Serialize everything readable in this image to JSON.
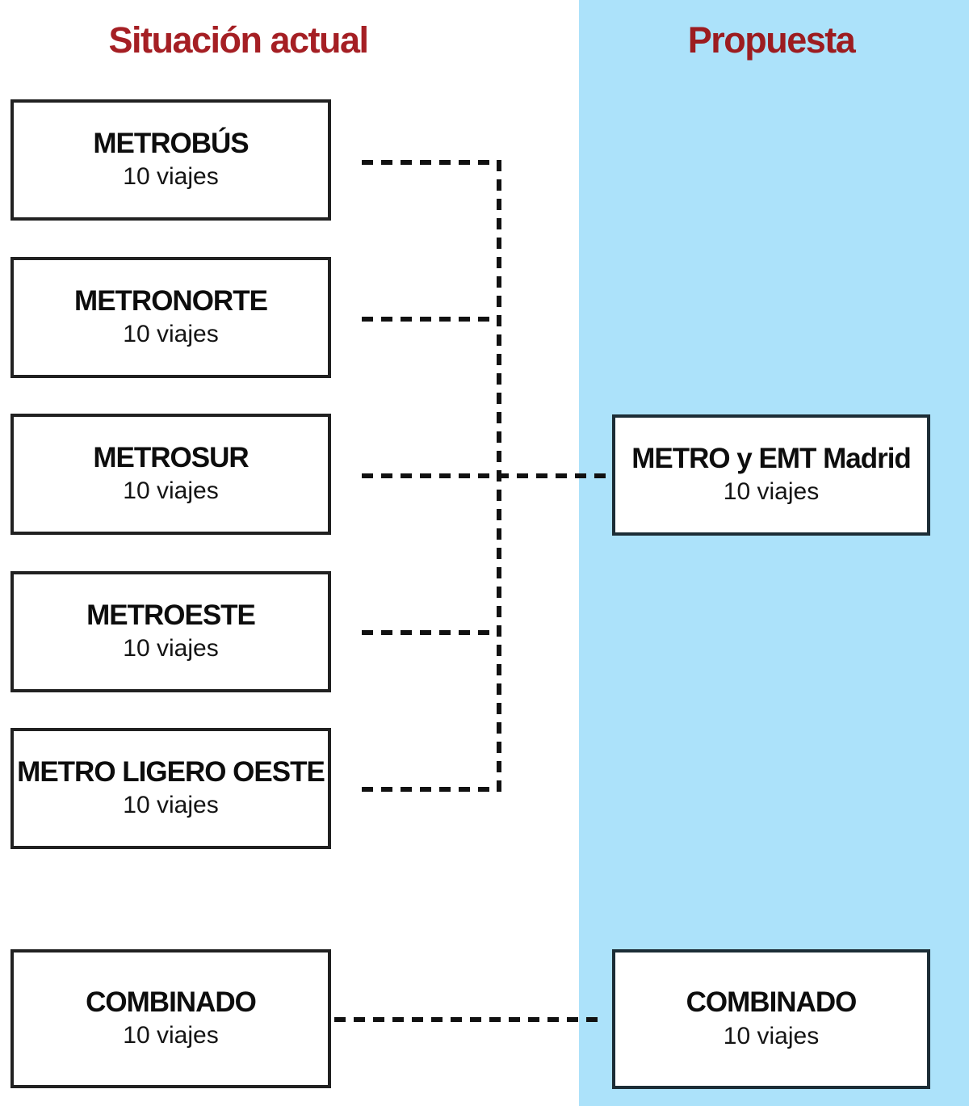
{
  "headers": {
    "left": "Situación actual",
    "right": "Propuesta"
  },
  "colors": {
    "accent_red_left": "#a51f24",
    "accent_red_right": "#9c1c20",
    "panel_blue": "#ace2fa",
    "box_border_left": "#212121",
    "box_border_right": "#1c2d36",
    "line_black": "#111111"
  },
  "boxes": {
    "left": [
      {
        "title": "METROBÚS",
        "subtitle": "10 viajes"
      },
      {
        "title": "METRONORTE",
        "subtitle": "10 viajes"
      },
      {
        "title": "METROSUR",
        "subtitle": "10 viajes"
      },
      {
        "title": "METROESTE",
        "subtitle": "10 viajes"
      },
      {
        "title": "METRO LIGERO OESTE",
        "subtitle": "10 viajes"
      },
      {
        "title": "COMBINADO",
        "subtitle": "10 viajes"
      }
    ],
    "right": [
      {
        "title": "METRO y EMT Madrid",
        "subtitle": "10 viajes"
      },
      {
        "title": "COMBINADO",
        "subtitle": "10 viajes"
      }
    ]
  }
}
